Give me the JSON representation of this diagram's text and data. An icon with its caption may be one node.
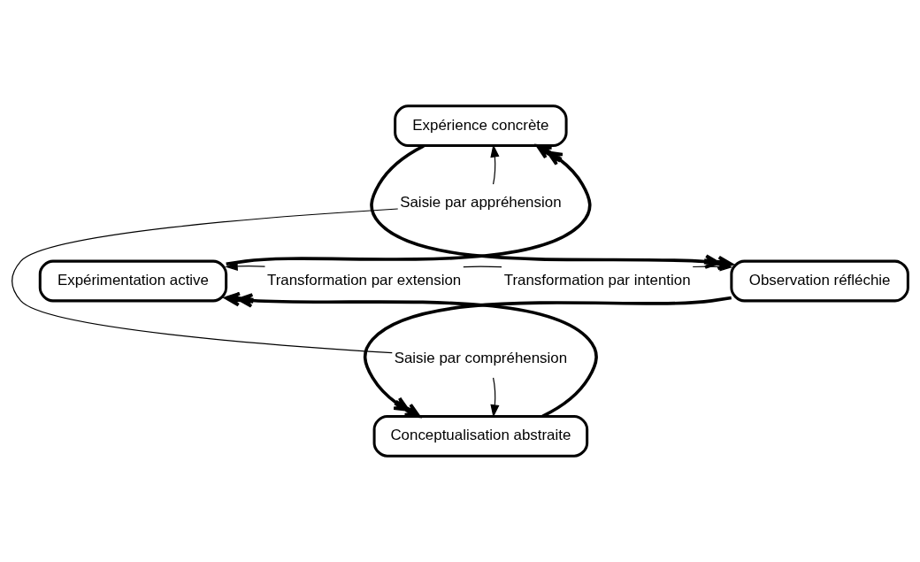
{
  "diagram": {
    "nodes": [
      {
        "text": [
          "Expérience concrète"
        ]
      },
      {
        "text": [
          "Observation réfléchie"
        ]
      },
      {
        "text": [
          "Conceptualisation abstraite"
        ]
      },
      {
        "text": [
          "Expérimentation active"
        ]
      },
      {
        "text": [
          "Saisie par appréhension"
        ]
      },
      {
        "text": [
          "Transformation par intention"
        ]
      },
      {
        "text": [
          "Saisie par compréhension"
        ]
      },
      {
        "text": [
          "Transformation par extension"
        ]
      }
    ],
    "edges": [
      {
        "from": 0,
        "to": 1,
        "arrow": "to",
        "style": "thick"
      },
      {
        "from": 1,
        "to": 2,
        "arrow": "to",
        "style": "thick"
      },
      {
        "from": 2,
        "to": 3,
        "arrow": "to",
        "style": "thick"
      },
      {
        "from": 3,
        "to": 0,
        "arrow": "to",
        "style": "thick"
      },
      {
        "from": 4,
        "to": 0,
        "arrow": "to"
      },
      {
        "from": 5,
        "to": 1,
        "arrow": "to"
      },
      {
        "from": 6,
        "to": 2,
        "arrow": "to"
      },
      {
        "from": 7,
        "to": 3,
        "arrow": "to"
      },
      {
        "from": 4,
        "to": 6,
        "arrow": "none"
      },
      {
        "from": 7,
        "to": 5,
        "arrow": "none"
      }
    ]
  }
}
